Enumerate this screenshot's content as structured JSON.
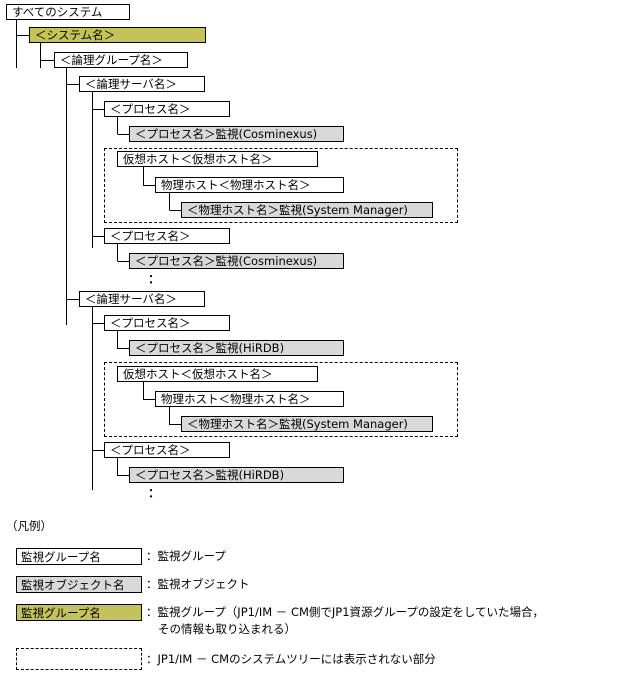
{
  "tree": {
    "root": "すべてのシステム",
    "system": "＜システム名＞",
    "group": "＜論理グループ名＞",
    "server1": {
      "label": "＜論理サーバ名＞",
      "process1": {
        "label": "＜プロセス名＞",
        "monitor": "＜プロセス名＞監視(Cosminexus)"
      },
      "virtual": {
        "label": "仮想ホスト＜仮想ホスト名＞",
        "physical": "物理ホスト＜物理ホスト名＞",
        "monitor": "＜物理ホスト名＞監視(System Manager)"
      },
      "process2": {
        "label": "＜プロセス名＞",
        "monitor": "＜プロセス名＞監視(Cosminexus)"
      },
      "ellipsis": "："
    },
    "server2": {
      "label": "＜論理サーバ名＞",
      "process1": {
        "label": "＜プロセス名＞",
        "monitor": "＜プロセス名＞監視(HiRDB)"
      },
      "virtual": {
        "label": "仮想ホスト＜仮想ホスト名＞",
        "physical": "物理ホスト＜物理ホスト名＞",
        "monitor": "＜物理ホスト名＞監視(System Manager)"
      },
      "process2": {
        "label": "＜プロセス名＞",
        "monitor": "＜プロセス名＞監視(HiRDB)"
      },
      "ellipsis": "："
    }
  },
  "legend": {
    "title": "（凡例）",
    "items": [
      {
        "box": "監視グループ名",
        "desc": "：監視グループ"
      },
      {
        "box": "監視オブジェクト名",
        "desc": "：監視オブジェクト"
      },
      {
        "box": "監視グループ名",
        "desc": "：監視グループ（JP1/IM － CM側でJP1資源グループの設定をしていた場合，",
        "desc2": "その情報も取り込まれる）"
      },
      {
        "desc": "：JP1/IM － CMのシステムツリーには表示されない部分"
      }
    ]
  },
  "colors": {
    "monitor_object": "#d9d9d9",
    "system_group": "#c3c35a",
    "line": "#000000"
  }
}
